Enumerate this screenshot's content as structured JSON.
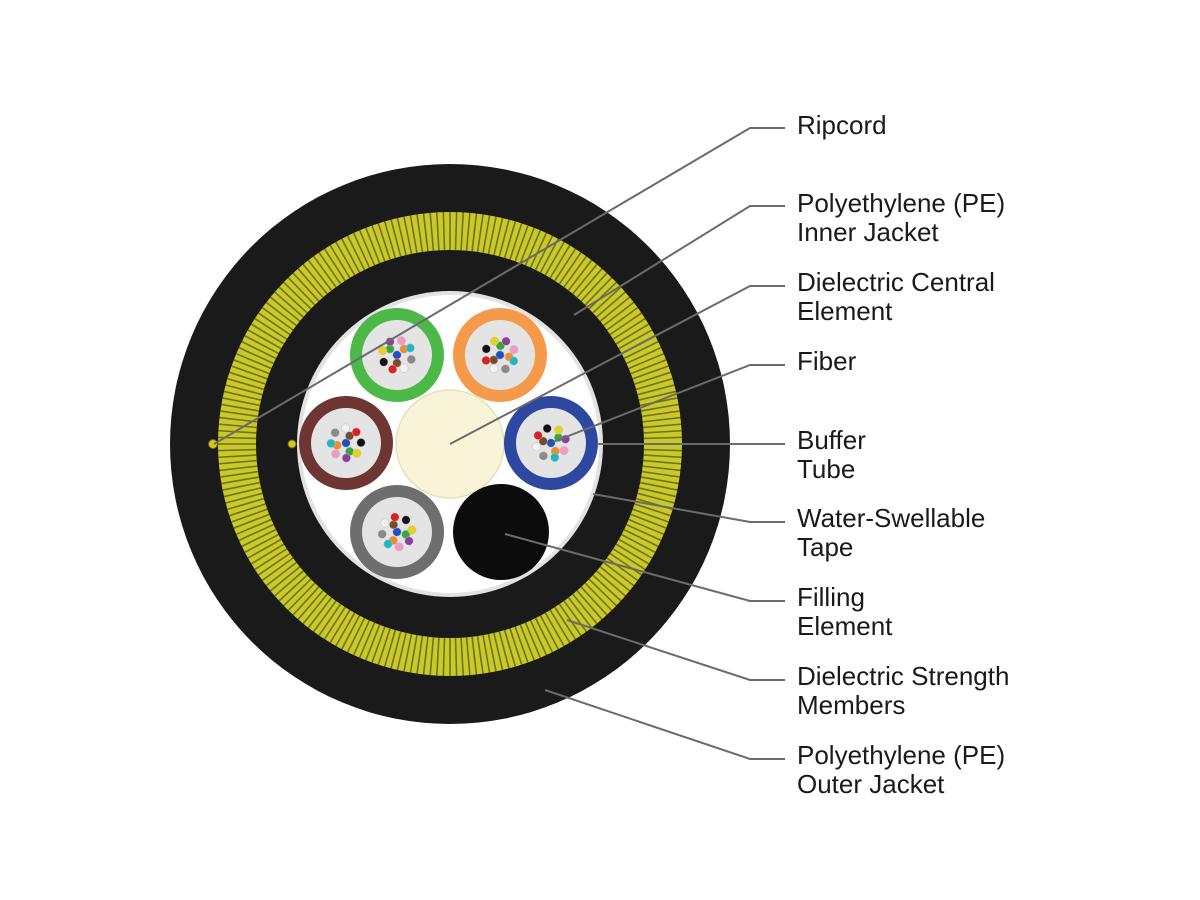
{
  "diagram": {
    "colors": {
      "outer_jacket": "#1a1a1a",
      "strength_yellow": "#c9c92a",
      "strength_dark": "#2a2a10",
      "tape": "#e2e2e2",
      "core": "#ffffff",
      "central_element": "#f8f4d8",
      "filling_element": "#0c0c0c",
      "leader_line": "#6b6b6b"
    },
    "buffer_tubes": [
      {
        "name": "green-tube",
        "color": "#4cb848"
      },
      {
        "name": "orange-tube",
        "color": "#f49a4a"
      },
      {
        "name": "blue-tube",
        "color": "#2e47a0"
      },
      {
        "name": "gray-tube",
        "color": "#6e6e6e"
      },
      {
        "name": "brown-tube",
        "color": "#6e3633"
      }
    ],
    "fiber_colors": [
      "#1f4fc4",
      "#f28c28",
      "#35a83a",
      "#7a4b2a",
      "#8a8a8a",
      "#f2f2f2",
      "#e02020",
      "#111111",
      "#e6d21a",
      "#8a3fa0",
      "#f29ac4",
      "#1fb7c4"
    ],
    "callouts": [
      {
        "id": "ripcord",
        "lines": [
          "Ripcord"
        ]
      },
      {
        "id": "inner-jacket",
        "lines": [
          "Polyethylene (PE)",
          "Inner Jacket"
        ]
      },
      {
        "id": "central-element",
        "lines": [
          "Dielectric Central",
          "Element"
        ]
      },
      {
        "id": "fiber",
        "lines": [
          "Fiber"
        ]
      },
      {
        "id": "buffer-tube",
        "lines": [
          "Buffer",
          "Tube"
        ]
      },
      {
        "id": "water-swellable-tape",
        "lines": [
          "Water-Swellable",
          "Tape"
        ]
      },
      {
        "id": "filling-element",
        "lines": [
          "Filling",
          "Element"
        ]
      },
      {
        "id": "strength-members",
        "lines": [
          "Dielectric Strength",
          "Members"
        ]
      },
      {
        "id": "outer-jacket",
        "lines": [
          "Polyethylene (PE)",
          "Outer Jacket"
        ]
      }
    ]
  }
}
